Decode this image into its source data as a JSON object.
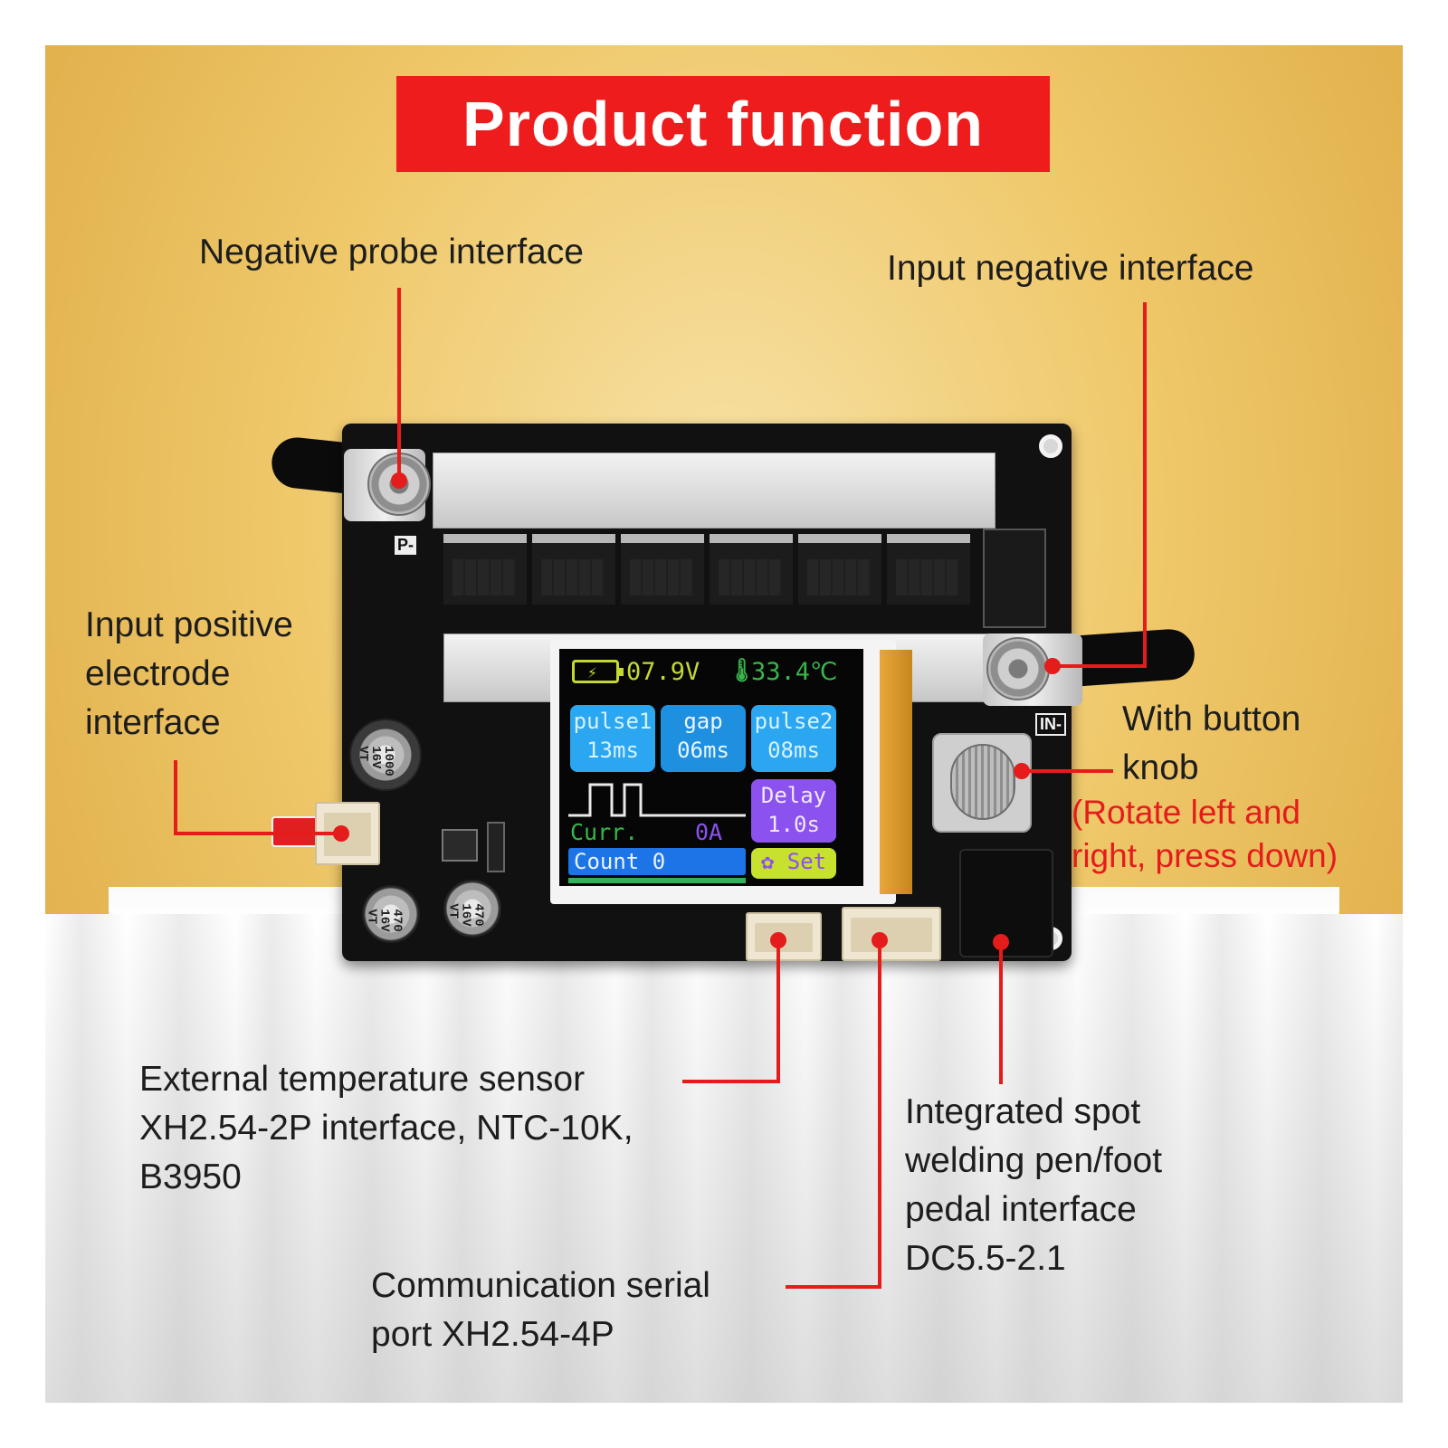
{
  "title": "Product function",
  "callouts": {
    "negative_probe": "Negative probe interface",
    "input_negative": "Input negative interface",
    "input_positive": "Input positive\nelectrode\ninterface",
    "button_knob": "With button\nknob",
    "button_knob_note": "(Rotate left and\nright, press down)",
    "temp_sensor": "External temperature sensor\nXH2.54-2P interface, NTC-10K,\nB3950",
    "spot_welding": "Integrated spot\nwelding pen/foot\npedal interface\nDC5.5-2.1",
    "serial_port": "Communication serial\nport XH2.54-4P"
  },
  "lcd": {
    "battery_icon": "battery-bolt-icon",
    "voltage": "07.9V",
    "thermometer_icon": "thermometer-icon",
    "temperature": "33.4℃",
    "pulse1_label": "pulse1",
    "pulse1_value": "13ms",
    "gap_label": "gap",
    "gap_value": "06ms",
    "pulse2_label": "pulse2",
    "pulse2_value": "08ms",
    "delay_label": "Delay",
    "delay_value": "1.0s",
    "current_label": "Curr.",
    "current_value": "0A",
    "count": "Count 0",
    "set_icon": "gear-icon",
    "set_label": "Set"
  },
  "board": {
    "in_minus_silk": "IN-",
    "p_silk": "P-",
    "cap_large": "1000\n16V\nVT",
    "cap_small_a": "470\n16V\nVT",
    "cap_small_b": "470\n16V\nVT"
  },
  "colors": {
    "accent_red": "#e51c1c",
    "title_red": "#ee1c1c",
    "lcd_blue": "#2aa7f0",
    "lcd_purple": "#8b52f0",
    "lcd_yellow": "#c5d832",
    "lcd_green": "#39b54a"
  }
}
